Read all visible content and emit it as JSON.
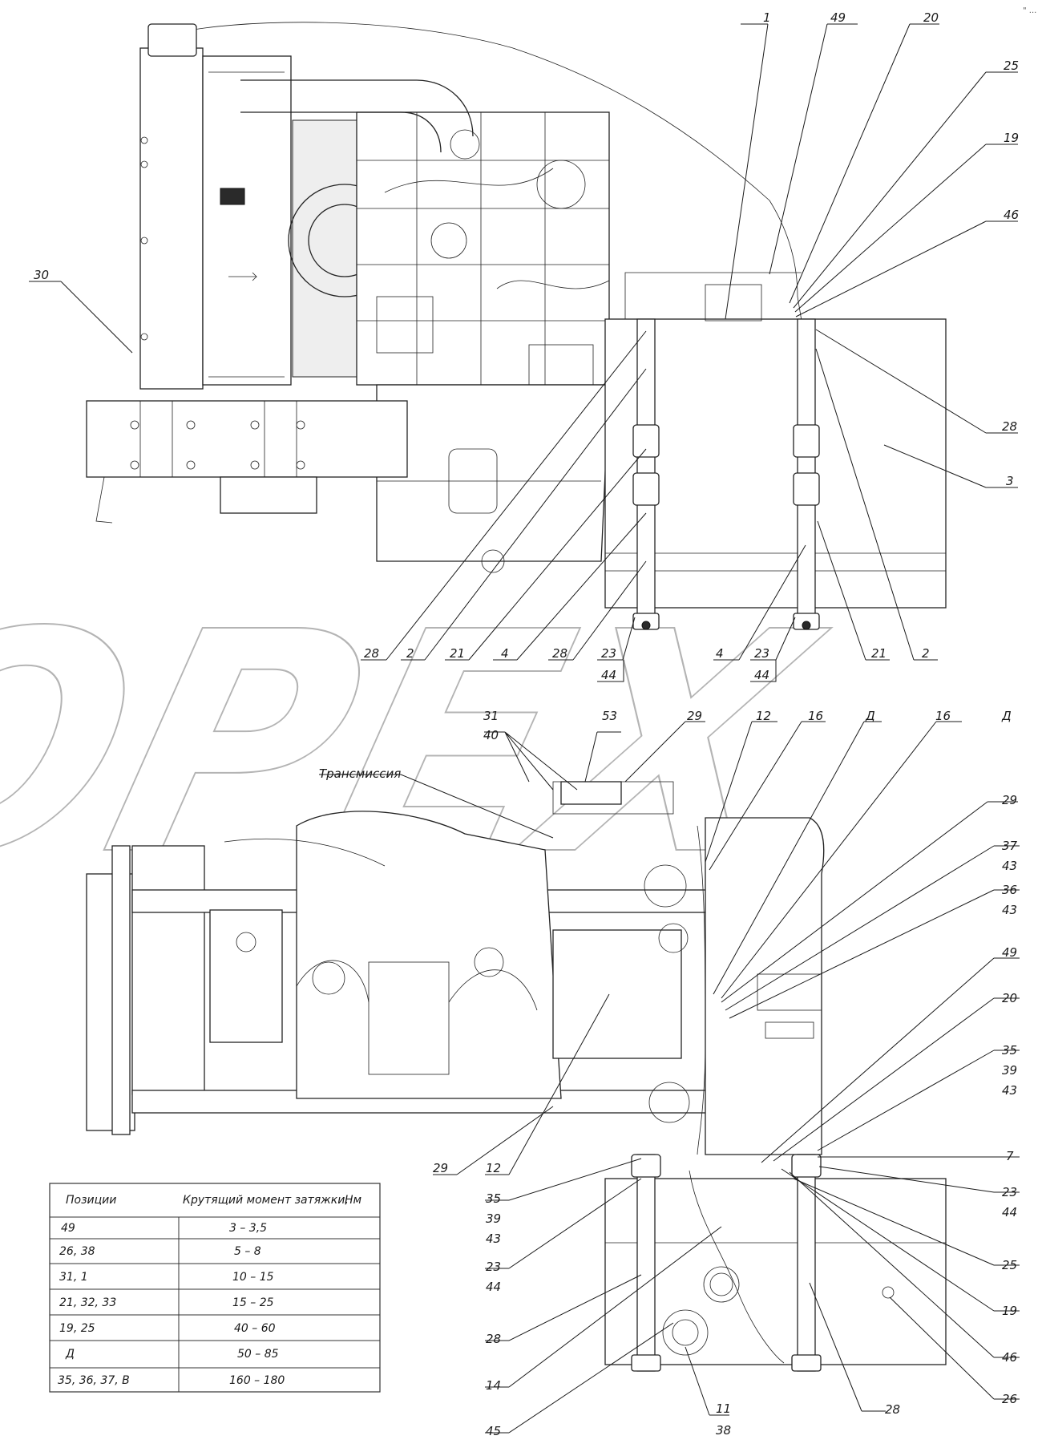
{
  "corner_mark": "\" ...",
  "watermark": "OPEX",
  "section_label": "Трансмиссия",
  "torque_table": {
    "headers": [
      "Позиции",
      "Крутящий момент затяжки,",
      "Нм"
    ],
    "rows": [
      {
        "positions": "49",
        "torque": "3 – 3,5"
      },
      {
        "positions": "26, 38",
        "torque": "5 – 8"
      },
      {
        "positions": "31, 1",
        "torque": "10 – 15"
      },
      {
        "positions": "21, 32, 33",
        "torque": "15 – 25"
      },
      {
        "positions": "19, 25",
        "torque": "40 – 60"
      },
      {
        "positions": "Д",
        "torque": "50 – 85"
      },
      {
        "positions": "35, 36, 37, В",
        "torque": "160 – 180"
      }
    ]
  },
  "callouts": [
    {
      "id": "c-1",
      "text": "1"
    },
    {
      "id": "c-49a",
      "text": "49"
    },
    {
      "id": "c-20a",
      "text": "20"
    },
    {
      "id": "c-25a",
      "text": "25"
    },
    {
      "id": "c-19a",
      "text": "19"
    },
    {
      "id": "c-46a",
      "text": "46"
    },
    {
      "id": "c-30",
      "text": "30"
    },
    {
      "id": "c-28a",
      "text": "28"
    },
    {
      "id": "c-3",
      "text": "3"
    },
    {
      "id": "c-28b",
      "text": "28"
    },
    {
      "id": "c-2a",
      "text": "2"
    },
    {
      "id": "c-21a",
      "text": "21"
    },
    {
      "id": "c-4a",
      "text": "4"
    },
    {
      "id": "c-28c",
      "text": "28"
    },
    {
      "id": "c-23a",
      "text": "23"
    },
    {
      "id": "c-44a",
      "text": "44"
    },
    {
      "id": "c-4b",
      "text": "4"
    },
    {
      "id": "c-23b",
      "text": "23"
    },
    {
      "id": "c-44b",
      "text": "44"
    },
    {
      "id": "c-21b",
      "text": "21"
    },
    {
      "id": "c-2b",
      "text": "2"
    },
    {
      "id": "c-31",
      "text": "31"
    },
    {
      "id": "c-40",
      "text": "40"
    },
    {
      "id": "c-53",
      "text": "53"
    },
    {
      "id": "c-29a",
      "text": "29"
    },
    {
      "id": "c-12a",
      "text": "12"
    },
    {
      "id": "c-16a",
      "text": "16"
    },
    {
      "id": "c-Da",
      "text": "Д"
    },
    {
      "id": "c-16b",
      "text": "16"
    },
    {
      "id": "c-Db",
      "text": "Д"
    },
    {
      "id": "c-29b",
      "text": "29"
    },
    {
      "id": "c-37",
      "text": "37"
    },
    {
      "id": "c-43a",
      "text": "43"
    },
    {
      "id": "c-36",
      "text": "36"
    },
    {
      "id": "c-43b",
      "text": "43"
    },
    {
      "id": "c-49b",
      "text": "49"
    },
    {
      "id": "c-20b",
      "text": "20"
    },
    {
      "id": "c-35a",
      "text": "35"
    },
    {
      "id": "c-39a",
      "text": "39"
    },
    {
      "id": "c-43c",
      "text": "43"
    },
    {
      "id": "c-7",
      "text": "7"
    },
    {
      "id": "c-23c",
      "text": "23"
    },
    {
      "id": "c-44c",
      "text": "44"
    },
    {
      "id": "c-25b",
      "text": "25"
    },
    {
      "id": "c-19b",
      "text": "19"
    },
    {
      "id": "c-46b",
      "text": "46"
    },
    {
      "id": "c-26",
      "text": "26"
    },
    {
      "id": "c-28d",
      "text": "28"
    },
    {
      "id": "c-29c",
      "text": "29"
    },
    {
      "id": "c-12b",
      "text": "12"
    },
    {
      "id": "c-35b",
      "text": "35"
    },
    {
      "id": "c-39b",
      "text": "39"
    },
    {
      "id": "c-43d",
      "text": "43"
    },
    {
      "id": "c-23d",
      "text": "23"
    },
    {
      "id": "c-44d",
      "text": "44"
    },
    {
      "id": "c-28e",
      "text": "28"
    },
    {
      "id": "c-14",
      "text": "14"
    },
    {
      "id": "c-45",
      "text": "45"
    },
    {
      "id": "c-11",
      "text": "11"
    },
    {
      "id": "c-38",
      "text": "38"
    }
  ]
}
